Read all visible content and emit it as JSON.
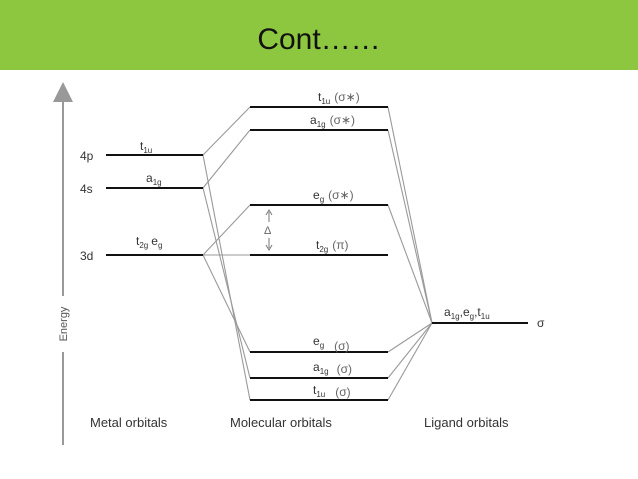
{
  "header": {
    "title": "Cont……",
    "background": "#8dc63f"
  },
  "axis": {
    "label": "Energy"
  },
  "columns": {
    "metal": "Metal  orbitals",
    "molecular": "Molecular orbitals",
    "ligand": "Ligand orbitals"
  },
  "metal_levels": [
    {
      "id": "4p",
      "atomic": "4p",
      "sym": "t",
      "sub": "1u"
    },
    {
      "id": "4s",
      "atomic": "4s",
      "sym": "a",
      "sub": "1g"
    },
    {
      "id": "3d",
      "atomic": "3d",
      "sym": "t",
      "sub": "2g",
      "sym2": "e",
      "sub2": "g"
    }
  ],
  "mo_levels": [
    {
      "id": "t1u-antibonding",
      "sym": "t",
      "sub": "1u",
      "type": "(σ∗)"
    },
    {
      "id": "a1g-antibonding",
      "sym": "a",
      "sub": "1g",
      "type": "(σ∗)"
    },
    {
      "id": "eg-antibonding",
      "sym": "e",
      "sub": "g",
      "type": "(σ∗)"
    },
    {
      "id": "t2g-nonbonding",
      "sym": "t",
      "sub": "2g",
      "type": "(π)"
    },
    {
      "id": "eg-bonding",
      "sym": "e",
      "sub": "g",
      "type": "(σ)"
    },
    {
      "id": "a1g-bonding",
      "sym": "a",
      "sub": "1g",
      "type": "(σ)"
    },
    {
      "id": "t1u-bonding",
      "sym": "t",
      "sub": "1u",
      "type": "(σ)"
    }
  ],
  "ligand_level": {
    "parts": [
      {
        "sym": "a",
        "sub": "1g"
      },
      {
        "sym": "e",
        "sub": "g"
      },
      {
        "sym": "t",
        "sub": "1u"
      }
    ],
    "type": "σ"
  },
  "delta_label": "Δ"
}
